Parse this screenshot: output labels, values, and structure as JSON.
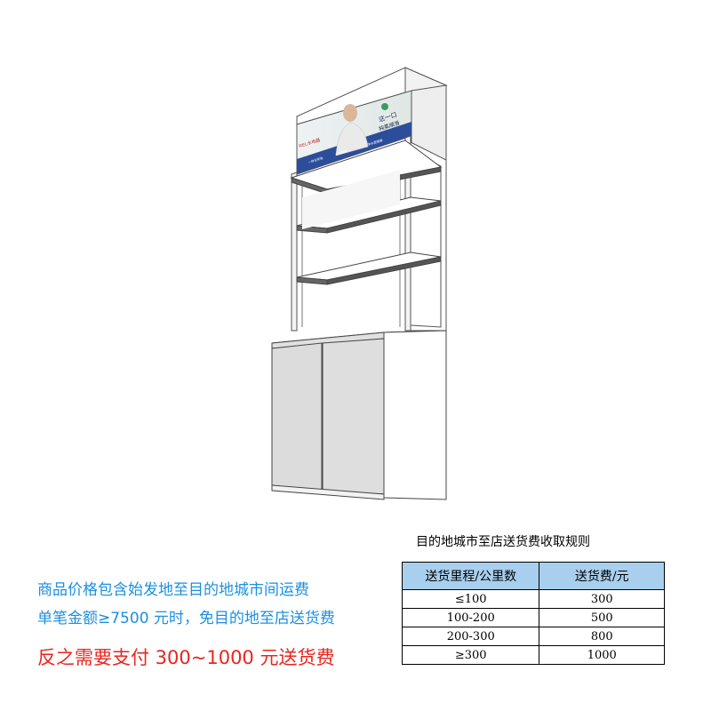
{
  "banner": {
    "brand": "REL水电器",
    "slogan_line1": "这一口",
    "slogan_line2": "純柔順滑",
    "feature_1": "一体化安装",
    "feature_2": "过滤精度",
    "feature_3": "净水更健康"
  },
  "notes": {
    "line1": "商品价格包含始发地至目的地城市间运费",
    "line2": "单笔金额≥7500 元时，免目的地至店送货费",
    "line3": "反之需要支付 300~1000 元送货费"
  },
  "rules": {
    "title": "目的地城市至店送货费收取规则",
    "headers": [
      "送货里程/公里数",
      "送货费/元"
    ],
    "rows": [
      [
        "≤100",
        "300"
      ],
      [
        "100-200",
        "500"
      ],
      [
        "200-300",
        "800"
      ],
      [
        "≥300",
        "1000"
      ]
    ]
  },
  "colors": {
    "note_blue": "#1c8fe0",
    "note_red": "#e8261d",
    "table_header": "#a9cfee",
    "banner_blue": "#2c4d9a"
  }
}
